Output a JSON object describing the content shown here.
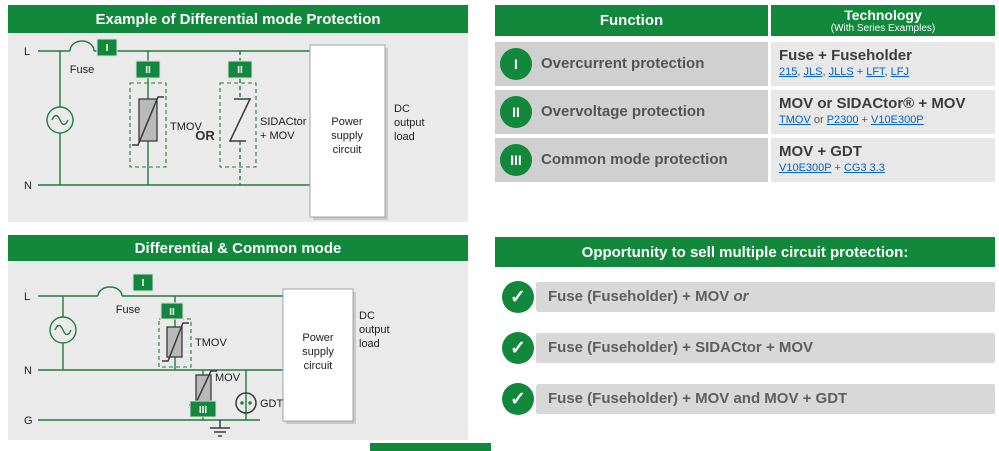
{
  "colors": {
    "green": "#12883C",
    "wire_green": "#237B3C",
    "link_blue": "#0563C1",
    "panel_gray": "#EAEAEA",
    "row_gray": "#D0D0D0",
    "cell_gray": "#E8E8E8",
    "pill_gray": "#D8D8D8"
  },
  "top_left": {
    "title": "Example of Differential mode Protection",
    "labels": {
      "l": "L",
      "n": "N",
      "fuse": "Fuse",
      "badge_i": "I",
      "badge_ii_1": "II",
      "badge_ii_2": "II",
      "tmov": "TMOV",
      "or": "OR",
      "sidactor_line1": "SIDACtor",
      "sidactor_line2": "+ MOV",
      "power_1": "Power",
      "power_2": "supply",
      "power_3": "circuit",
      "dc_1": "DC",
      "dc_2": "output",
      "dc_3": "load"
    }
  },
  "bottom_left": {
    "title": "Differential & Common mode",
    "labels": {
      "l": "L",
      "n": "N",
      "g": "G",
      "fuse": "Fuse",
      "badge_i": "I",
      "badge_ii": "II",
      "badge_iii": "III",
      "tmov": "TMOV",
      "mov": "MOV",
      "gdt": "GDT",
      "power_1": "Power",
      "power_2": "supply",
      "power_3": "circuit",
      "dc_1": "DC",
      "dc_2": "output",
      "dc_3": "load"
    }
  },
  "table": {
    "function_header": "Function",
    "technology_header": "Technology",
    "technology_sub": "(With Series Examples)",
    "rows": [
      {
        "numeral": "I",
        "function": "Overcurrent protection",
        "title": "Fuse + Fuseholder",
        "series": [
          {
            "t": "215"
          },
          {
            "t": ", "
          },
          {
            "t": "JLS"
          },
          {
            "t": ", "
          },
          {
            "t": "JLLS"
          },
          {
            "t": " + "
          },
          {
            "t": "LFT"
          },
          {
            "t": ", "
          },
          {
            "t": "LFJ"
          }
        ]
      },
      {
        "numeral": "II",
        "function": "Overvoltage protection",
        "title": "MOV or SIDACtor® + MOV",
        "series": [
          {
            "t": "TMOV"
          },
          {
            "t": " or "
          },
          {
            "t": "P2300"
          },
          {
            "t": " + "
          },
          {
            "t": "V10E300P"
          }
        ]
      },
      {
        "numeral": "III",
        "function": "Common mode protection",
        "title": "MOV + GDT",
        "series": [
          {
            "t": "V10E300P"
          },
          {
            "t": " + "
          },
          {
            "t": "CG3 3.3"
          }
        ]
      }
    ]
  },
  "opportunity": {
    "title": "Opportunity to sell multiple circuit protection:",
    "check": "✓",
    "items": [
      {
        "text": "Fuse (Fuseholder) + MOV ",
        "italic": "or"
      },
      {
        "text": "Fuse (Fuseholder) + SIDACtor + MOV",
        "italic": ""
      },
      {
        "text": "Fuse (Fuseholder) + MOV and MOV + GDT",
        "italic": ""
      }
    ]
  }
}
